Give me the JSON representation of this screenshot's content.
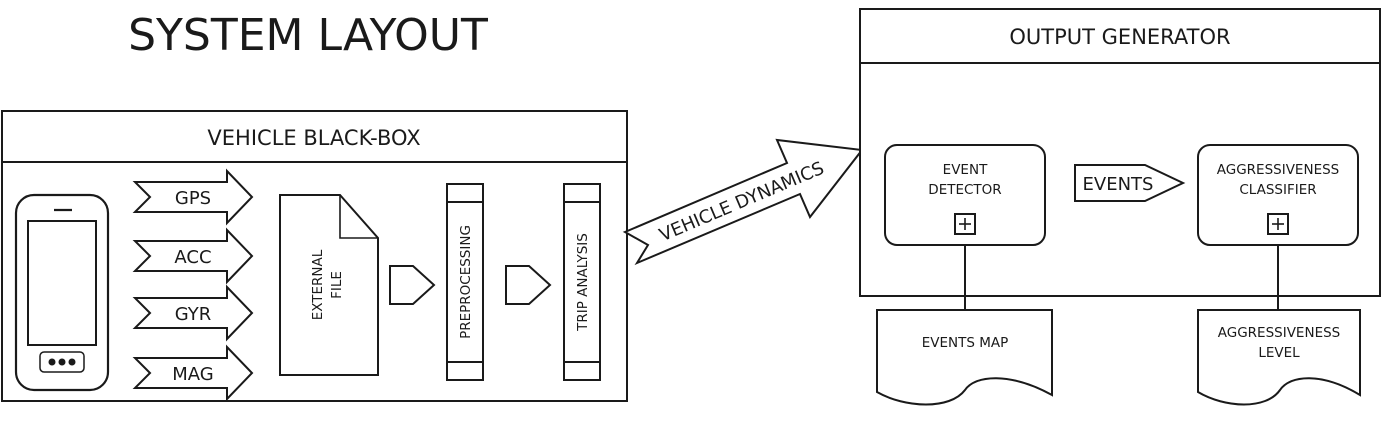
{
  "title": "SYSTEM LAYOUT",
  "black_box": {
    "header": "VEHICLE BLACK-BOX",
    "sensors": [
      "GPS",
      "ACC",
      "GYR",
      "MAG"
    ],
    "file": {
      "line1": "EXTERNAL",
      "line2": "FILE"
    },
    "preprocessing": "PREPROCESSING",
    "trip_analysis": "TRIP ANALYSIS"
  },
  "link_label": "VEHICLE DYNAMICS",
  "output": {
    "header": "OUTPUT GENERATOR",
    "detector": {
      "line1": "EVENT",
      "line2": "DETECTOR"
    },
    "events_label": "EVENTS",
    "classifier": {
      "line1": "AGGRESSIVENESS",
      "line2": "CLASSIFIER"
    },
    "events_map": "EVENTS MAP",
    "level": {
      "line1": "AGGRESSIVENESS",
      "line2": "LEVEL"
    }
  }
}
